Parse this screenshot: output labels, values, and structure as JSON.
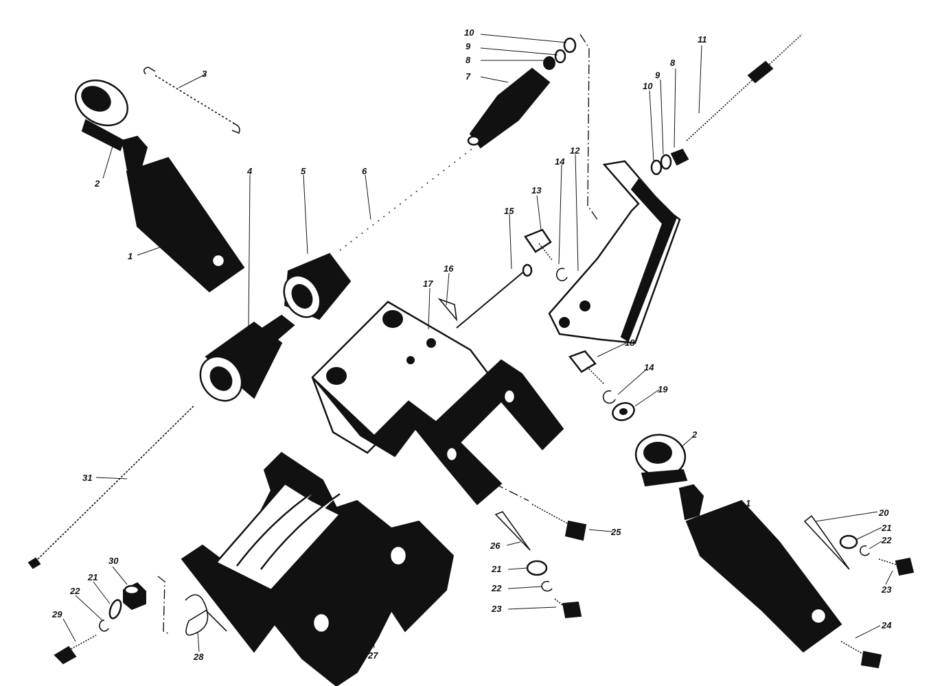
{
  "diagram": {
    "type": "exploded-parts-drawing",
    "callouts": [
      "1",
      "2",
      "3",
      "4",
      "5",
      "6",
      "7",
      "8",
      "9",
      "10",
      "11",
      "12",
      "13",
      "14",
      "15",
      "16",
      "17",
      "18",
      "19",
      "20",
      "21",
      "22",
      "23",
      "24",
      "25",
      "26",
      "27",
      "28",
      "29",
      "30",
      "31"
    ]
  }
}
